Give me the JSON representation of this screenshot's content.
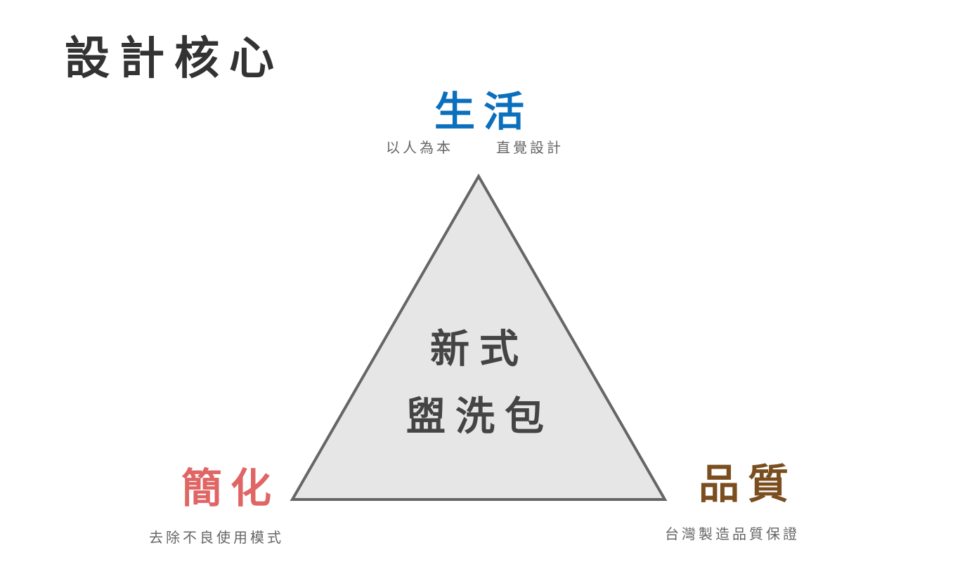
{
  "page": {
    "title": "設計核心"
  },
  "top": {
    "title": "生活",
    "subtitles": [
      "以人為本",
      "直覺設計"
    ],
    "color": "#0a6fbd"
  },
  "left": {
    "title": "簡化",
    "subtitle": "去除不良使用模式",
    "color": "#e06565"
  },
  "right": {
    "title": "品質",
    "subtitle": "台灣製造品質保證",
    "color": "#7a4e1f"
  },
  "center": {
    "line1": "新式",
    "line2": "盥洗包",
    "fill": "#e6e6e6",
    "stroke": "#666666"
  }
}
